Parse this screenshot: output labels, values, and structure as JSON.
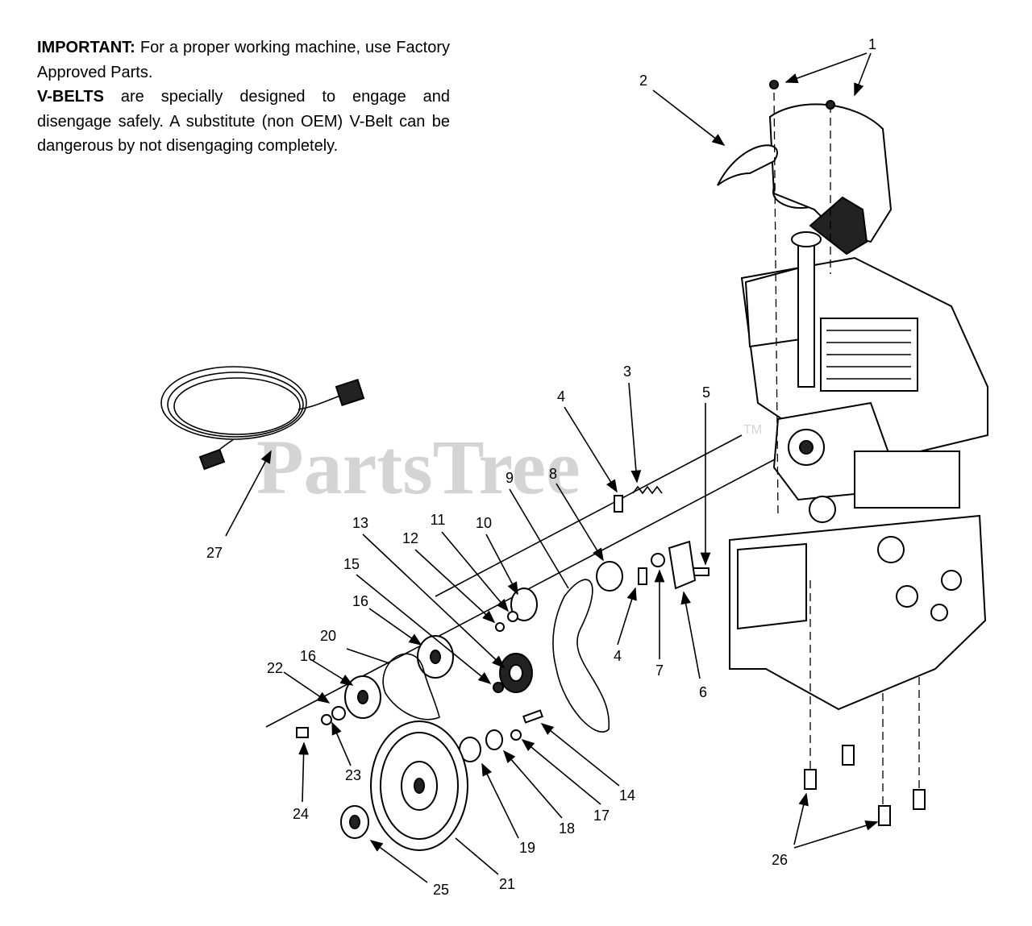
{
  "notice": {
    "important_label": "IMPORTANT:",
    "important_text": "For a proper working machine, use Factory Approved Parts.",
    "vbelts_label": "V-BELTS",
    "vbelts_text": "are specially designed to engage and disengage safely. A substitute (non OEM) V-Belt can be dangerous by not disengaging completely."
  },
  "watermark": {
    "text": "PartsTree",
    "trademark": "TM"
  },
  "callouts": [
    "1",
    "2",
    "3",
    "4",
    "4",
    "5",
    "6",
    "7",
    "8",
    "9",
    "10",
    "11",
    "12",
    "13",
    "14",
    "15",
    "16",
    "16",
    "17",
    "18",
    "19",
    "20",
    "21",
    "22",
    "23",
    "24",
    "25",
    "26",
    "27"
  ]
}
